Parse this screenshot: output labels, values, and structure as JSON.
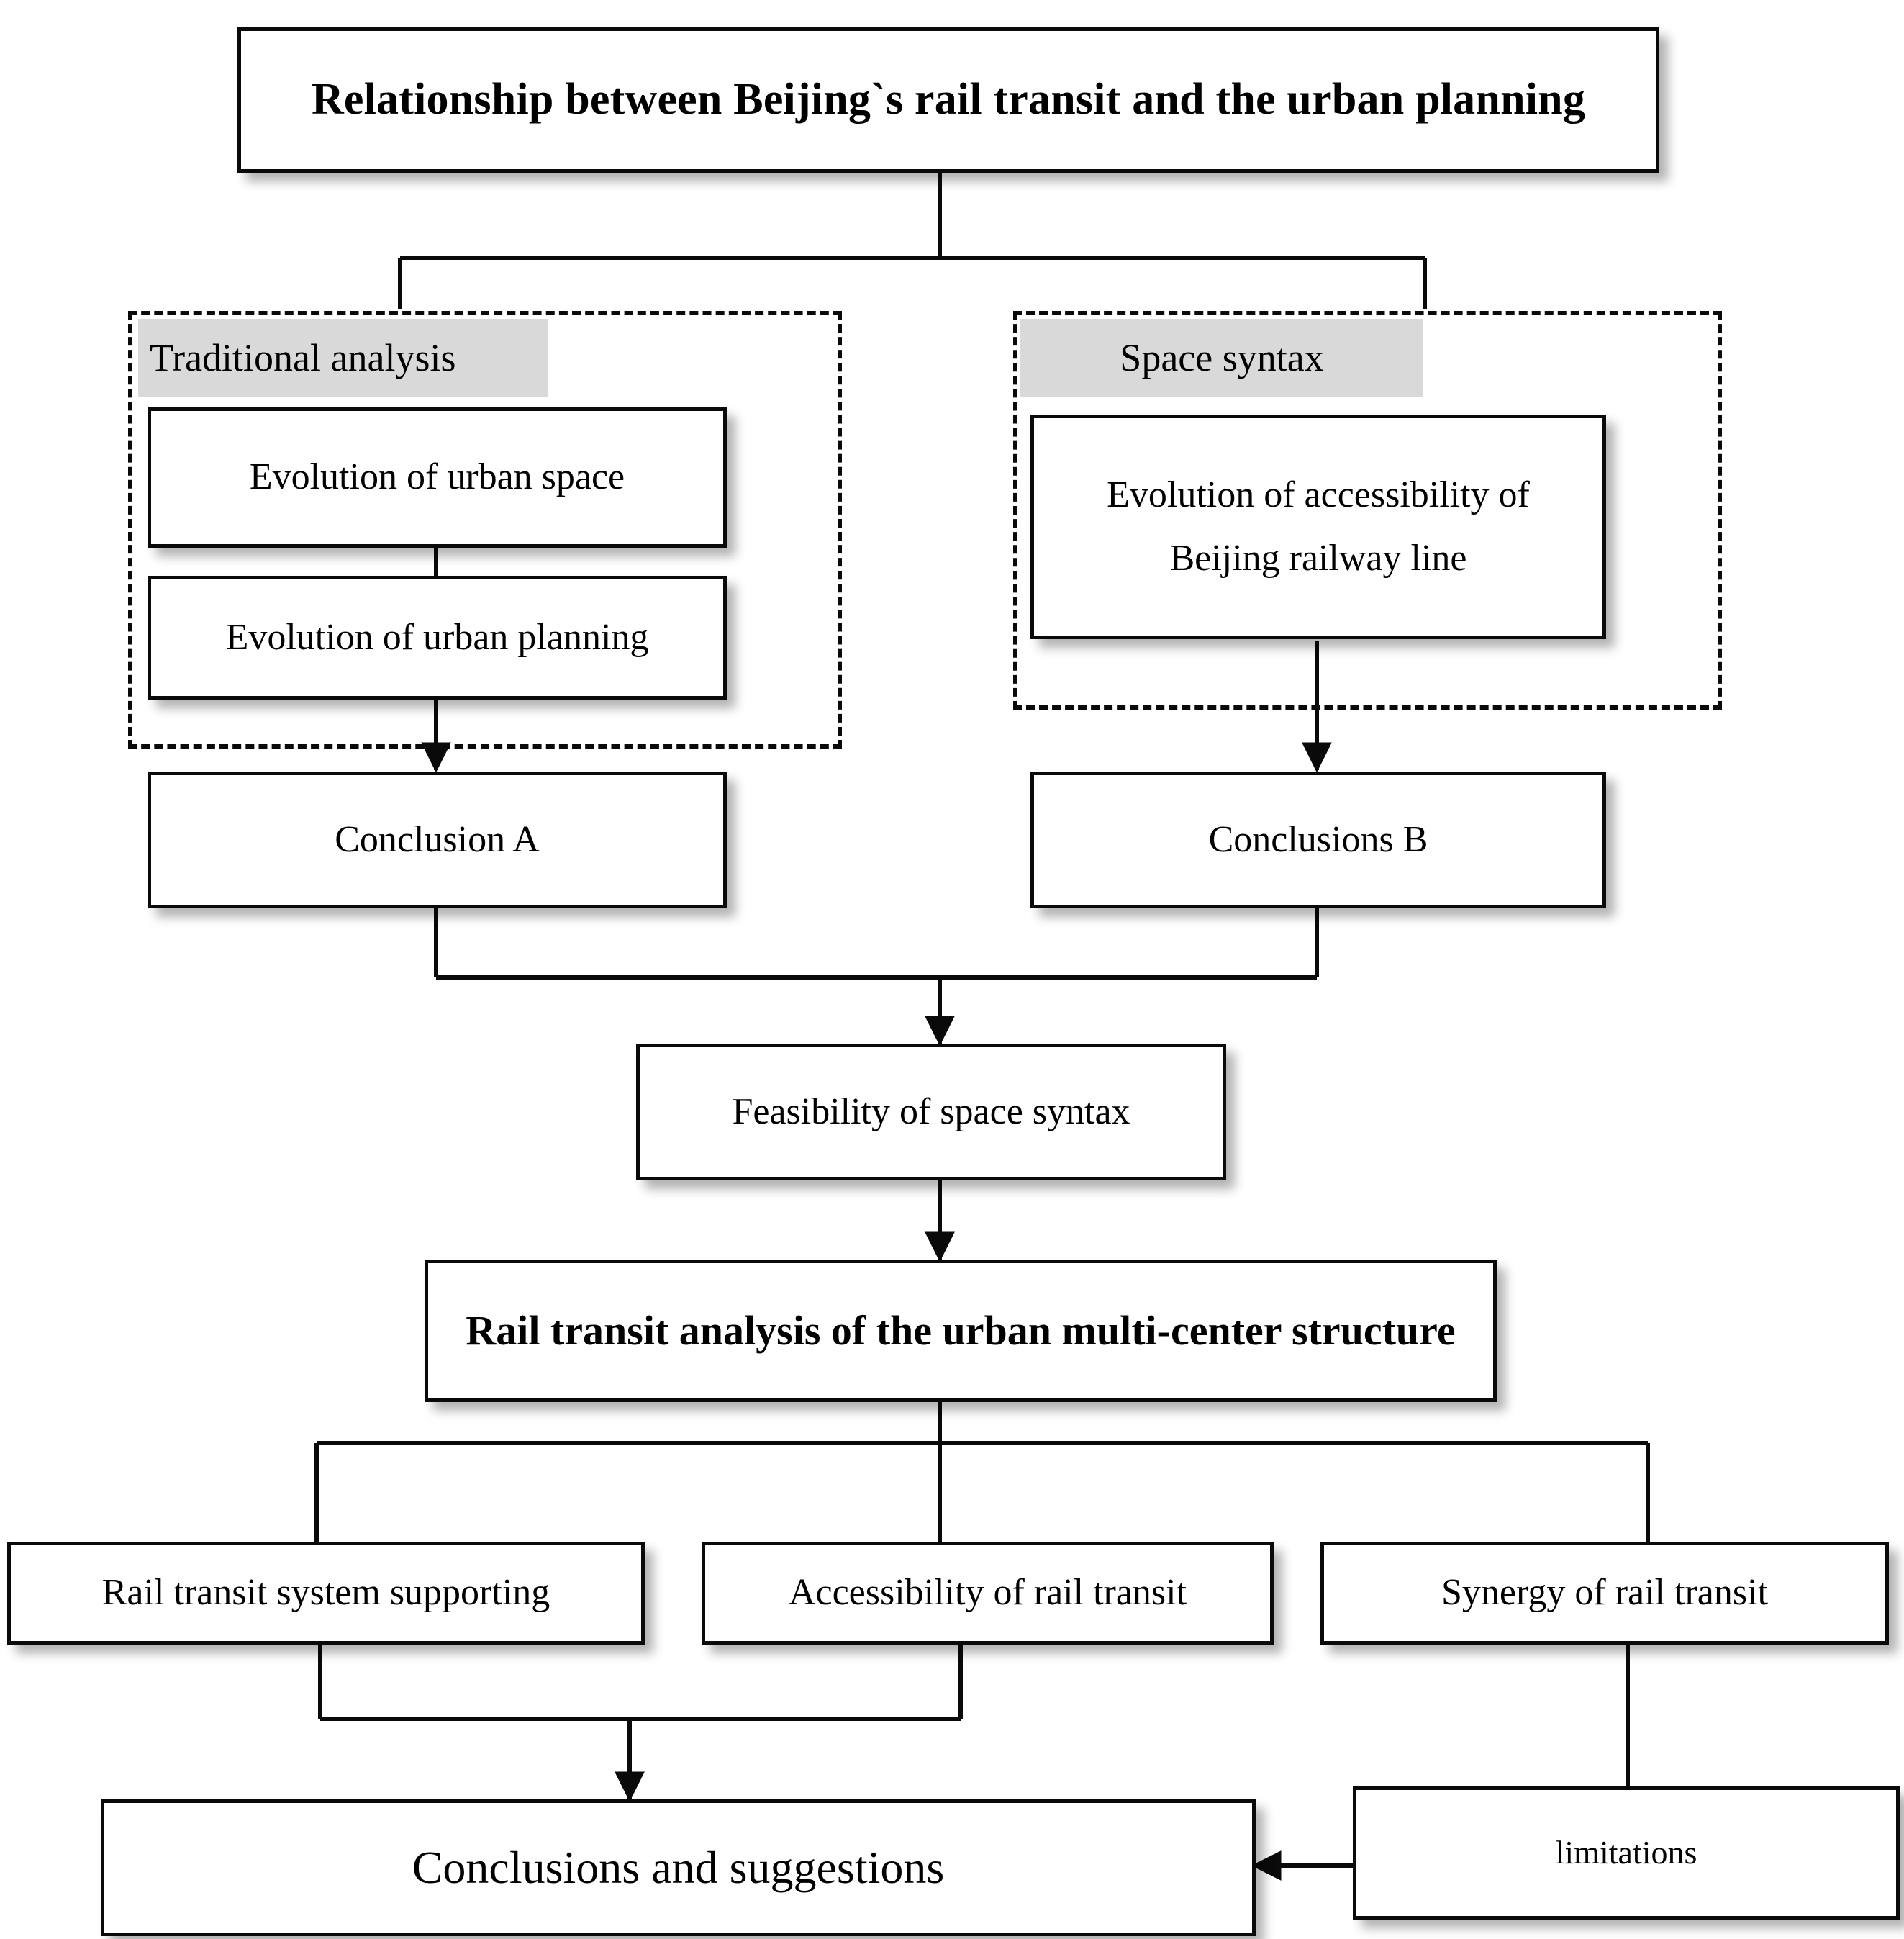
{
  "diagram": {
    "title_box": {
      "label": "Relationship between Beijing`s rail transit and the urban planning"
    },
    "groups": [
      {
        "id": "traditional",
        "label": "Traditional analysis"
      },
      {
        "id": "space-syntax",
        "label": "Space syntax"
      }
    ],
    "nodes": [
      {
        "id": "evolution-urban-space",
        "label": "Evolution of urban space"
      },
      {
        "id": "evolution-urban-planning",
        "label": "Evolution of urban planning"
      },
      {
        "id": "evolution-accessibility",
        "label_line1": "Evolution of accessibility of",
        "label_line2": "Beijing railway line"
      },
      {
        "id": "conclusion-a",
        "label": "Conclusion A"
      },
      {
        "id": "conclusions-b",
        "label": "Conclusions B"
      },
      {
        "id": "feasibility",
        "label": "Feasibility of space syntax"
      },
      {
        "id": "rail-transit-analysis",
        "label": "Rail transit analysis of the urban multi-center structure"
      },
      {
        "id": "system-supporting",
        "label": "Rail transit system supporting"
      },
      {
        "id": "accessibility-rail",
        "label": "Accessibility of rail transit"
      },
      {
        "id": "synergy-rail",
        "label": "Synergy of rail transit"
      },
      {
        "id": "conclusions-suggestions",
        "label": "Conclusions and suggestions"
      },
      {
        "id": "limitations",
        "label": "limitations"
      }
    ],
    "colors": {
      "stroke": "#0a0a0a",
      "group_header_fill": "#d9d9d9",
      "node_fill": "#ffffff",
      "page_background": "#ffffff"
    }
  }
}
